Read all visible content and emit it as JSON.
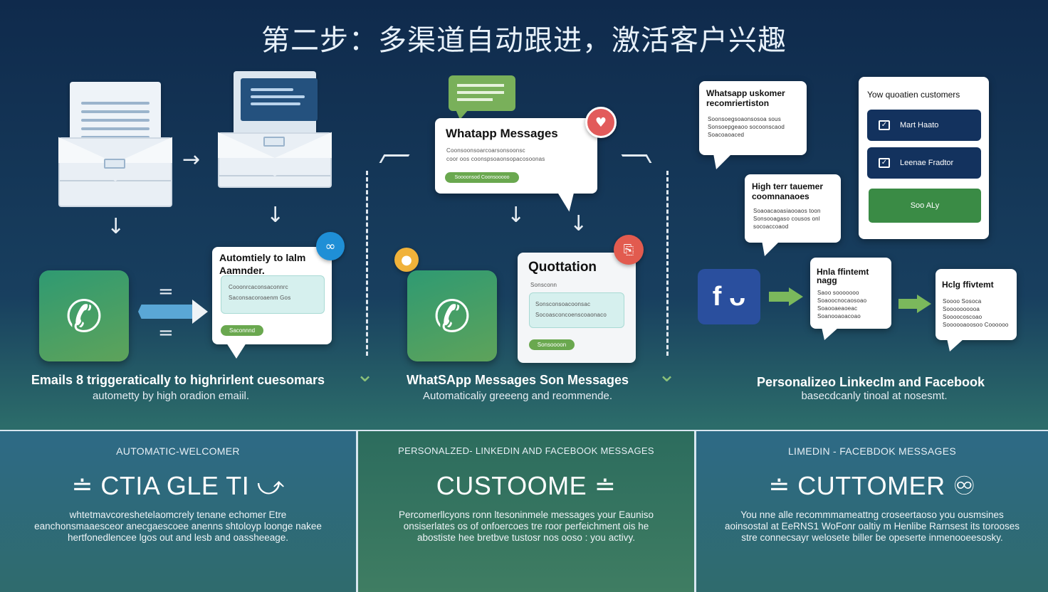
{
  "title": "第二步：多渠道自动跟进，激活客户兴趣",
  "icons": {
    "arrow_right": "→",
    "arrow_down": "↓",
    "equals": "=",
    "phone": "✆",
    "heart": "♥",
    "check": "✓"
  },
  "colors": {
    "accent_green": "#6aa84f",
    "navy": "#13325e",
    "facebook_blue": "#2a4f9e"
  },
  "email_flow": {
    "card_title": "Automtiely to lalm Aamnder.",
    "card_line": "Cooonrcaconsaconnrc",
    "card_line2": "Saconsacoroaenm Gos",
    "pill": "Saconnnd",
    "caption": "Emails 8 triggeratically to highrirlent cuesomars",
    "subcaption": "autometty by high oradion emaiil."
  },
  "whatsapp_flow": {
    "bubble_title": "Whatapp Messages",
    "bubble_line": "Coonsoonsoarcoarsonsoonsc",
    "bubble_line2": "coor oos coonspsoaonsopacosoonas",
    "bubble_pill": "Soooonsod Coonsooooo",
    "quote_title": "Quottation",
    "quote_sub": "Sonsconn",
    "quote_line": "Sonsconsoacoonsac",
    "quote_line2": "Socoasconcoenscoaonaco",
    "quote_pill": "Sonsoooon",
    "caption": "WhatSApp Messages Son Messages",
    "subcaption": "Automaticaliy greeeng and reommende."
  },
  "social_flow": {
    "bubble1_title": "Whatsapp uskomer recomriertiston",
    "bubble1_text": "Soonsoegsoaonsosoa sous Sonsoepgeaoo socoonscaod Soacoaoaced",
    "bubble2_title": "High terr tauemer coomnanaoes",
    "bubble2_text": "Soaoacaoasiaooaos toon Sonsooagaso cousos onl socoaccoaod",
    "panel_title": "Yow quoatien customers",
    "option1": "Mart Haato",
    "option2": "Leenae Fradtor",
    "panel_button": "Soo ALy",
    "fb_icon": "f ᴗ",
    "card_a_title": "Hnla ffintemt nagg",
    "card_a_text": "Saoo sooooooo Soaoocnocaosoao Soaooaeaoeac Soanooaoacoao",
    "card_b_title": "Hclg ffivtemt",
    "card_b_text": "Soooo Sosoca Soooooooooa Soooocoscoao Soooooaoosoo Coooooo",
    "caption": "Personalizeo LinkecIm and Facebook",
    "subcaption": "basecdcanly tinoal at nosesmt."
  },
  "panels": [
    {
      "heading": "AUTOMATIC-WELCOMER",
      "big": "≐  CTIA GLE TI  ⤻",
      "text": "whtetmavcoreshetelaomcrely tenane echomer Etre eanchonsmaaesceor anecgaescoee anenns shtoloyp loonge nakee hertfonedlencee lgos out and lesb and oassheeage."
    },
    {
      "heading": "PERSONALZED- LINKEDIN AND FACEBOOK MESSAGES",
      "big": "CUSTOOME  ≐",
      "text": "Percomerllcyons ronn ltesoninmele messages your Eauniso onsiserlates os of onfoercoes tre roor perfeichment ois he abostiste hee bretbve tustosr nos ooso : you activy."
    },
    {
      "heading": "LIMEDIN - FACEBDOK MESSAGES",
      "big": "≐  CUTTOMER  ♾",
      "text": "You nne alle recommmameattng croseertaoso you ousmsines aoinsostal at EeRNS1 WoFonr oaltiy m Henlibe Rarnsest its torooses stre connecsayr welosete biller be opeserte inmenooeesosky."
    }
  ]
}
